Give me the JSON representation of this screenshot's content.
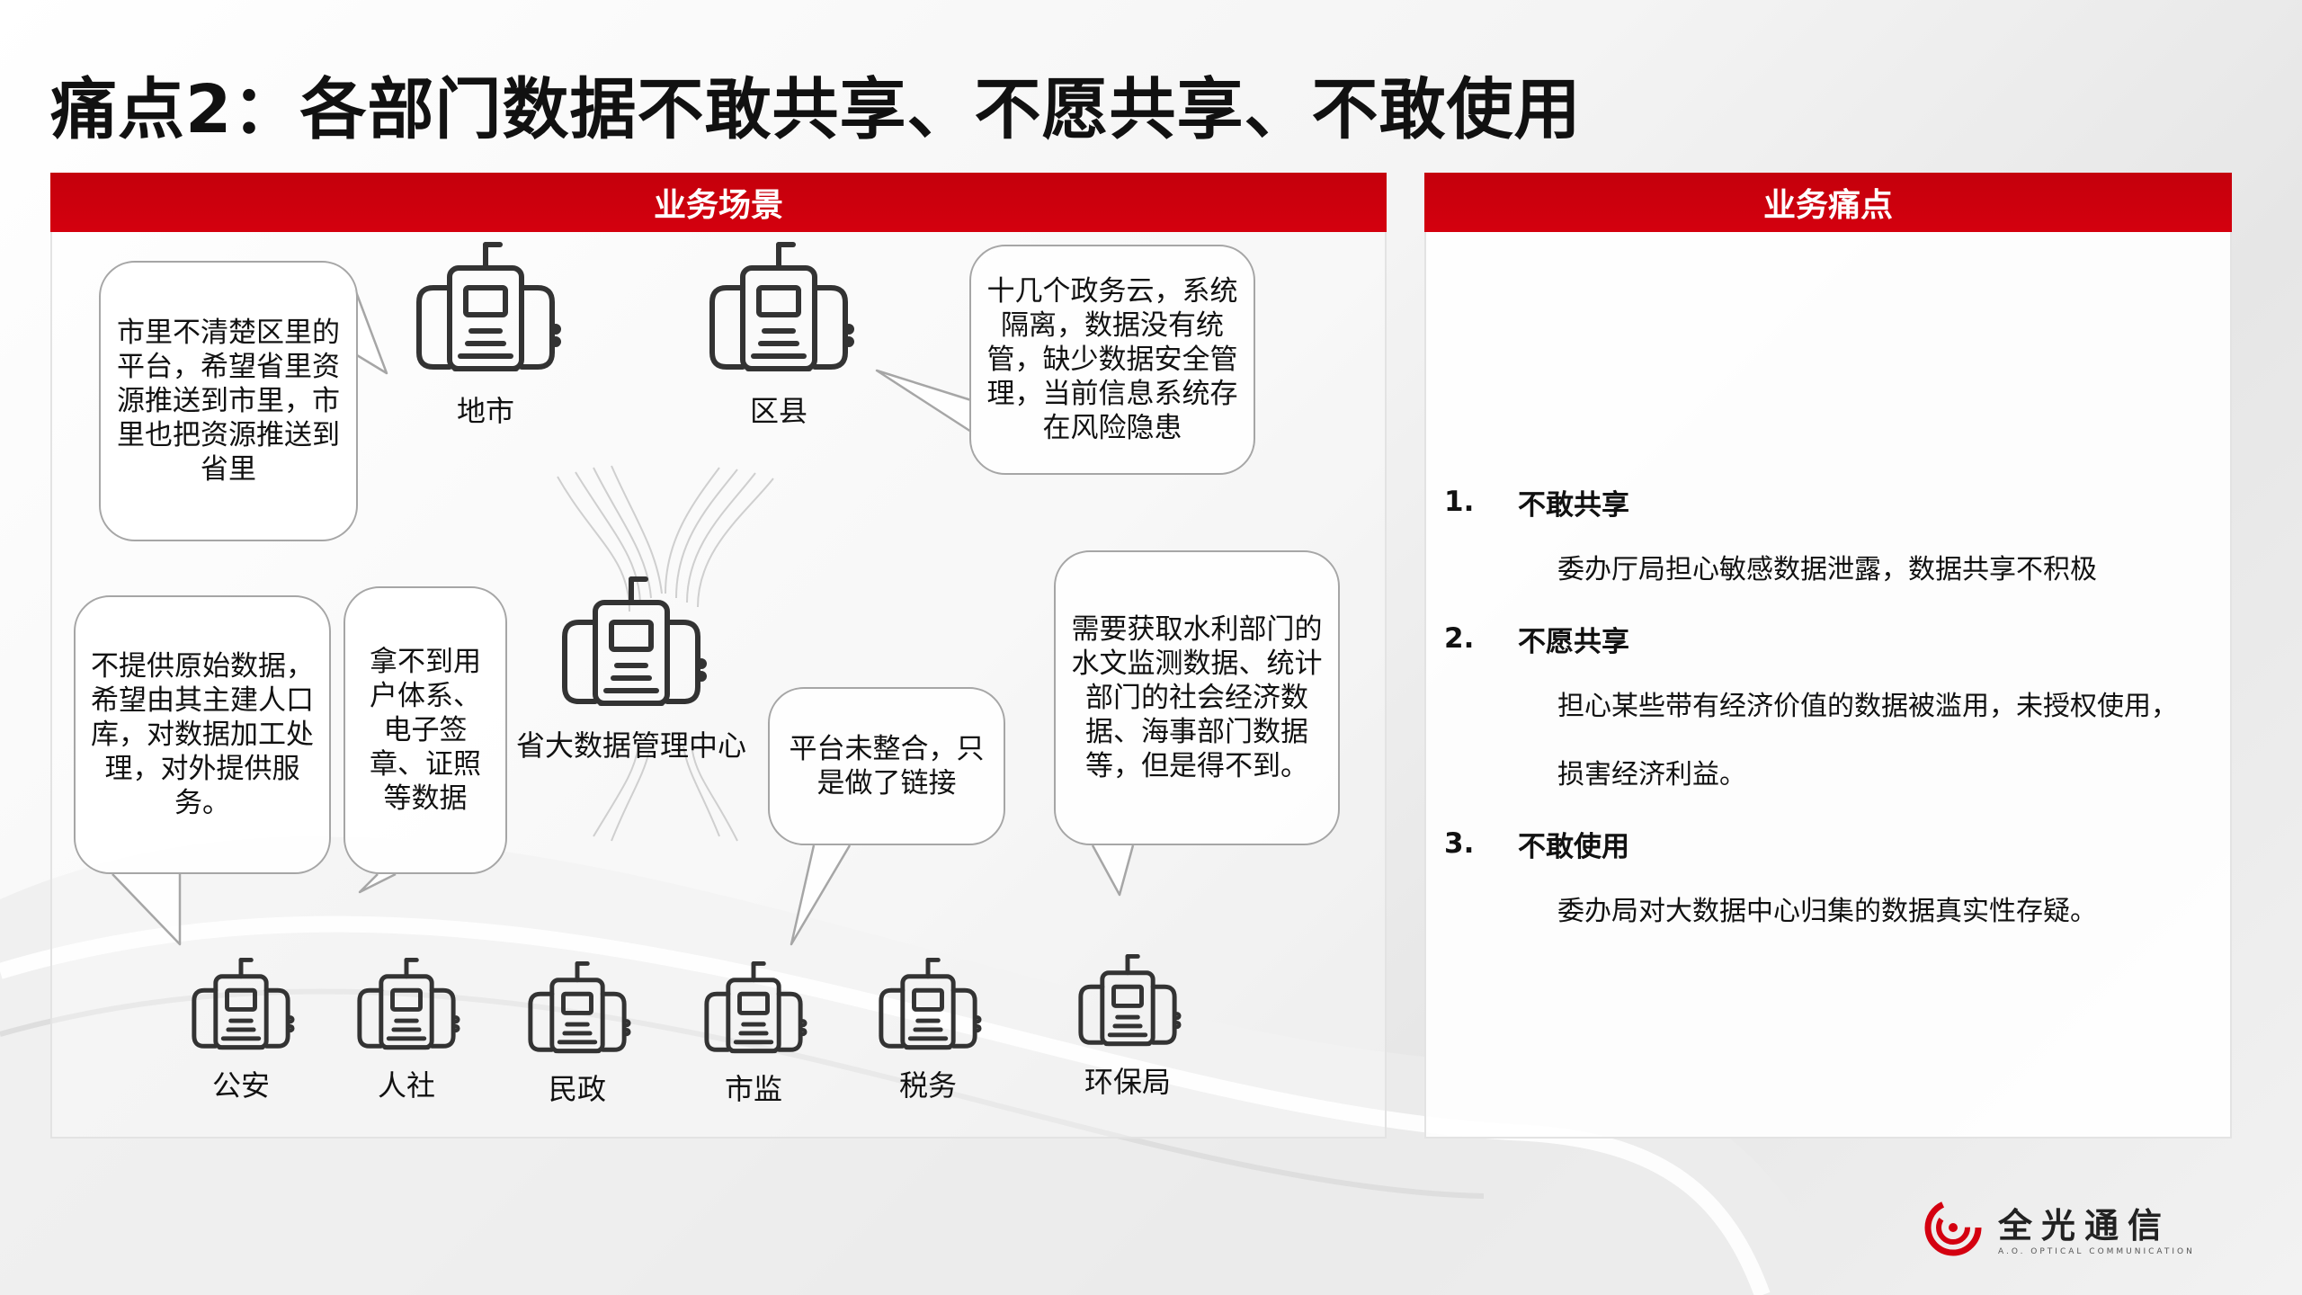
{
  "title": "痛点2：各部门数据不敢共享、不愿共享、不敢使用",
  "left_panel": {
    "header": "业务场景",
    "bubbles": [
      "市里不清楚区里的平台，希望省里资源推送到市里，市里也把资源推送到省里",
      "十几个政务云，系统隔离，数据没有统管，缺少数据安全管理，当前信息系统存在风险隐患",
      "不提供原始数据，希望由其主建人口库，对数据加工处理，对外提供服务。",
      "拿不到用户体系、电子签章、证照等数据",
      "平台未整合，只是做了链接",
      "需要获取水利部门的水文监测数据、统计部门的社会经济数据、海事部门数据等，但是得不到。"
    ],
    "servers": {
      "top": [
        "地市",
        "区县"
      ],
      "center": "省大数据管理中心",
      "bottom": [
        "公安",
        "人社",
        "民政",
        "市监",
        "税务",
        "环保局"
      ]
    }
  },
  "right_panel": {
    "header": "业务痛点",
    "items": [
      {
        "num": "1.",
        "title": "不敢共享",
        "lines": [
          "委办厅局担心敏感数据泄露，数据共享不积极"
        ]
      },
      {
        "num": "2.",
        "title": "不愿共享",
        "lines": [
          "担心某些带有经济价值的数据被滥用，未授权使用，",
          "损害经济利益。"
        ]
      },
      {
        "num": "3.",
        "title": "不敢使用",
        "lines": [
          "委办局对大数据中心归集的数据真实性存疑。"
        ]
      }
    ]
  },
  "logo": {
    "name": "全光通信",
    "sub": "A.O. OPTICAL COMMUNICATION"
  },
  "colors": {
    "accent": "#cc000d",
    "bubble_border": "#a6a6a6",
    "icon": "#333333"
  }
}
